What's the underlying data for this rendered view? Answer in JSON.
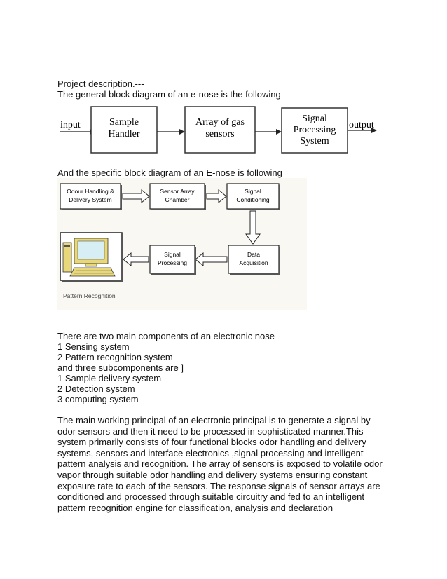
{
  "intro": {
    "heading": "Project description.---",
    "general_caption": "The general block diagram of an e-nose is the following"
  },
  "general_diagram": {
    "input_label": "input",
    "output_label": "output",
    "blocks": [
      [
        "Sample",
        "Handler"
      ],
      [
        "Array of gas",
        "sensors"
      ],
      [
        "Signal",
        "Processing",
        "System"
      ]
    ]
  },
  "specific_caption": "And the specific block diagram of an E-nose is following",
  "specific_diagram": {
    "odour": [
      "Odour Handling &",
      "Delivery System"
    ],
    "sensor_array": [
      "Sensor Array",
      "Chamber"
    ],
    "signal_conditioning": [
      "Signal",
      "Conditioning"
    ],
    "signal_processing": [
      "Signal",
      "Processing"
    ],
    "data_acquisition": [
      "Data",
      "Acquisition"
    ],
    "pattern_recognition": "Pattern Recognition"
  },
  "components": {
    "intro": "There are two main components of an electronic nose",
    "main": [
      "1 Sensing system",
      "2 Pattern recognition system"
    ],
    "sub_intro": "and three subcomponents are ]",
    "sub": [
      "1 Sample delivery system",
      "2 Detection system",
      "3 computing system"
    ]
  },
  "working_paragraph": [
    "The main working principal of an electronic principal is to generate a signal by",
    "odor sensors and then it need to be processed in sophisticated manner.This",
    "system primarily consists of four functional blocks odor handling and delivery",
    "systems, sensors and interface electronics ,signal processing and intelligent",
    "pattern analysis and recognition. The array of sensors is exposed to volatile odor",
    "vapor through suitable odor handling and delivery systems ensuring constant",
    "exposure rate to each of the sensors. The response signals of sensor arrays are",
    "conditioned and processed through suitable circuitry and fed to an intelligent",
    "pattern recognition engine for classification, analysis and declaration"
  ]
}
